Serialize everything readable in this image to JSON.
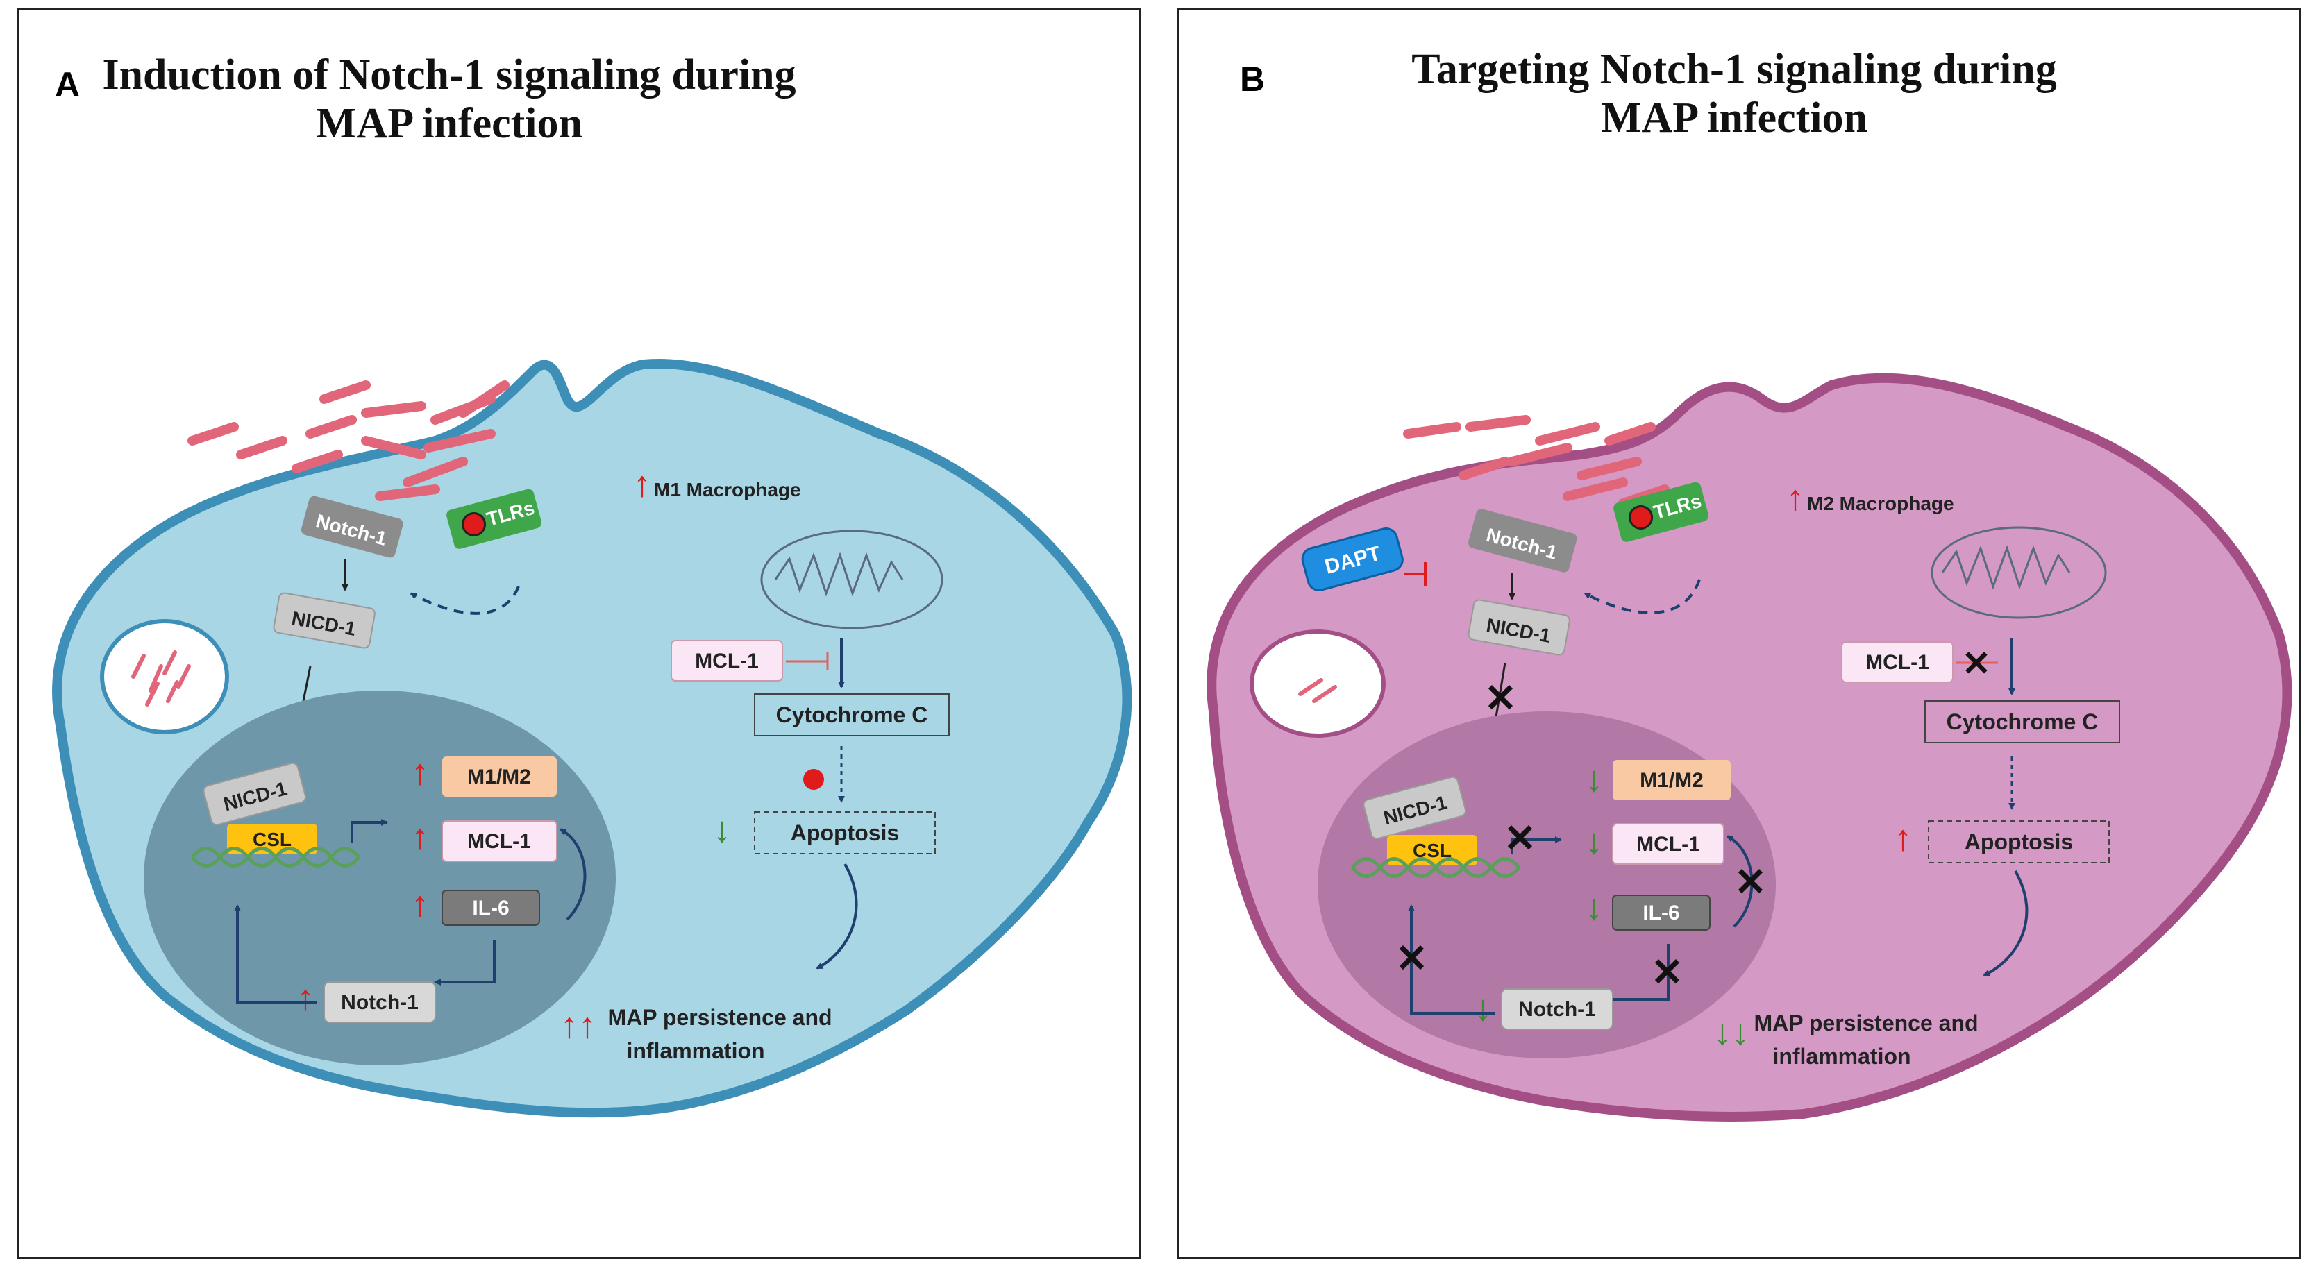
{
  "panelA": {
    "letter": "A",
    "title": "Induction of Notch-1 signaling during\nMAP infection",
    "macrophage_label": "M1 Macrophage",
    "receptor_notch": "Notch-1",
    "receptor_tlr": "TLRs",
    "nicd": "NICD-1",
    "nucleus_nicd": "NICD-1",
    "csl": "CSL",
    "m1m2": "M1/M2",
    "mcl1_nucleus": "MCL-1",
    "il6": "IL-6",
    "notch1_nucleus": "Notch-1",
    "mcl1_cyto": "MCL-1",
    "cytochrome": "Cytochrome C",
    "apoptosis": "Apoptosis",
    "outcome_line1": "MAP persistence and",
    "outcome_line2": "inflammation"
  },
  "panelB": {
    "letter": "B",
    "title": "Targeting Notch-1 signaling during\nMAP infection",
    "macrophage_label": "M2 Macrophage",
    "inhibitor": "DAPT",
    "receptor_notch": "Notch-1",
    "receptor_tlr": "TLRs",
    "nicd": "NICD-1",
    "nucleus_nicd": "NICD-1",
    "csl": "CSL",
    "m1m2": "M1/M2",
    "mcl1_nucleus": "MCL-1",
    "il6": "IL-6",
    "notch1_nucleus": "Notch-1",
    "mcl1_cyto": "MCL-1",
    "cytochrome": "Cytochrome C",
    "apoptosis": "Apoptosis",
    "outcome_line1": "MAP persistence and",
    "outcome_line2": "inflammation"
  },
  "colors": {
    "cellA_fill": "#a9d6e5",
    "cellA_border": "#3d8fb8",
    "nucleusA": "#6e98a9",
    "cellB_fill": "#d499c5",
    "cellB_border": "#a34f86",
    "nucleusB": "#b278a6",
    "bacteria": "#e2667a",
    "up_arrow": "#e01b1b",
    "down_arrow": "#3c8a34",
    "flow_arrow": "#1f3f6e"
  }
}
